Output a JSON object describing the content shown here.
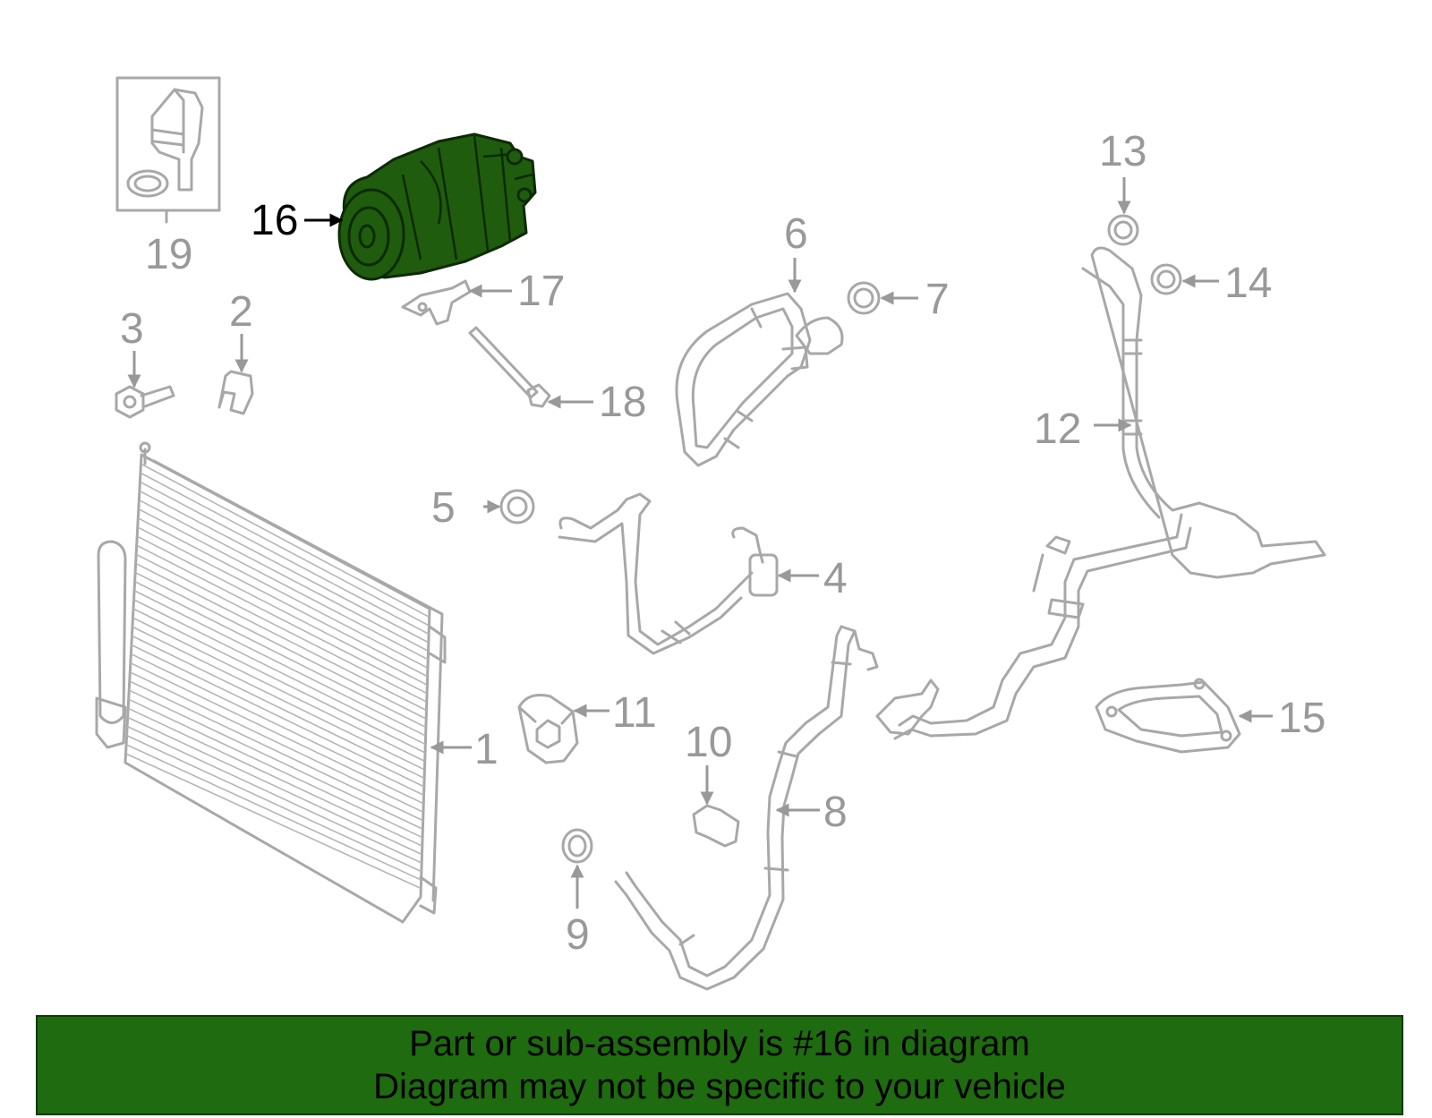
{
  "diagram": {
    "labels": [
      {
        "id": "1",
        "text": "1"
      },
      {
        "id": "2",
        "text": "2"
      },
      {
        "id": "3",
        "text": "3"
      },
      {
        "id": "4",
        "text": "4"
      },
      {
        "id": "5",
        "text": "5"
      },
      {
        "id": "6",
        "text": "6"
      },
      {
        "id": "7",
        "text": "7"
      },
      {
        "id": "8",
        "text": "8"
      },
      {
        "id": "9",
        "text": "9"
      },
      {
        "id": "10",
        "text": "10"
      },
      {
        "id": "11",
        "text": "11"
      },
      {
        "id": "12",
        "text": "12"
      },
      {
        "id": "13",
        "text": "13"
      },
      {
        "id": "14",
        "text": "14"
      },
      {
        "id": "15",
        "text": "15"
      },
      {
        "id": "16",
        "text": "16"
      },
      {
        "id": "17",
        "text": "17"
      },
      {
        "id": "18",
        "text": "18"
      },
      {
        "id": "19",
        "text": "19"
      }
    ],
    "highlighted_part": "16"
  },
  "banner": {
    "line1": "Part or sub-assembly is #16 in diagram",
    "line2": "Diagram may not be specific to your vehicle",
    "background": "#1f6b0f"
  },
  "colors": {
    "part_line": "#a8a8a8",
    "label_gray": "#999999",
    "highlight_fill": "#1f5c0d"
  }
}
